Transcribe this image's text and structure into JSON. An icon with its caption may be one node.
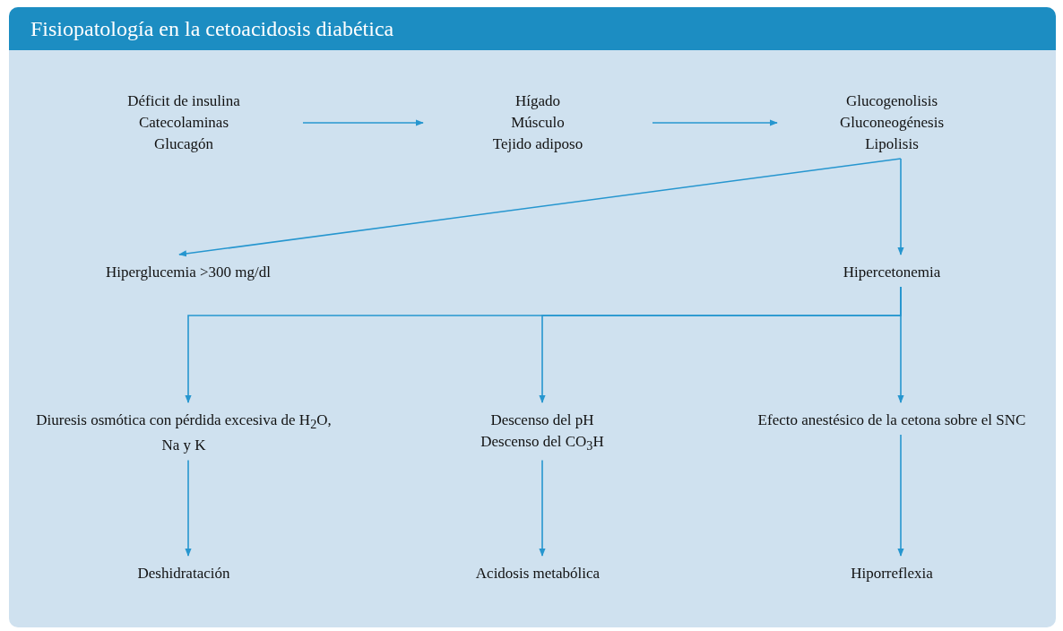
{
  "diagram": {
    "title": "Fisiopatología en la cetoacidosis diabética",
    "nodes": [
      {
        "text": [
          "Déficit de insulina",
          "Catecolaminas",
          "Glucagón"
        ]
      },
      {
        "text": [
          "Hígado",
          "Músculo",
          "Tejido adiposo"
        ]
      },
      {
        "text": [
          "Glucogenolisis",
          "Gluconeogénesis",
          "Lipolisis"
        ]
      },
      {
        "text": [
          "Hiperglucemia >300 mg/dl"
        ]
      },
      {
        "text": [
          "Hipercetonemia"
        ]
      },
      {
        "text": [
          "Diuresis osmótica con pérdida excesiva de H$_{2}$O, Na y K"
        ]
      },
      {
        "text": [
          "Descenso del pH",
          "Descenso del CO$_{3}$H"
        ]
      },
      {
        "text": [
          "Efecto anestésico de la cetona sobre el SNC"
        ]
      },
      {
        "text": [
          "Deshidratación"
        ]
      },
      {
        "text": [
          "Acidosis metabólica"
        ]
      },
      {
        "text": [
          "Hiporreflexia"
        ]
      }
    ],
    "edges": [
      {
        "from": 0,
        "to": 1,
        "arrow": "to"
      },
      {
        "from": 1,
        "to": 2,
        "arrow": "to"
      },
      {
        "from": 2,
        "to": 3,
        "arrow": "to"
      },
      {
        "from": 2,
        "to": 4,
        "arrow": "to"
      },
      {
        "from": 4,
        "to": 5,
        "arrow": "to"
      },
      {
        "from": 4,
        "to": 6,
        "arrow": "to"
      },
      {
        "from": 4,
        "to": 7,
        "arrow": "to"
      },
      {
        "from": 5,
        "to": 8,
        "arrow": "to"
      },
      {
        "from": 6,
        "to": 9,
        "arrow": "to"
      },
      {
        "from": 7,
        "to": 10,
        "arrow": "to"
      }
    ]
  }
}
